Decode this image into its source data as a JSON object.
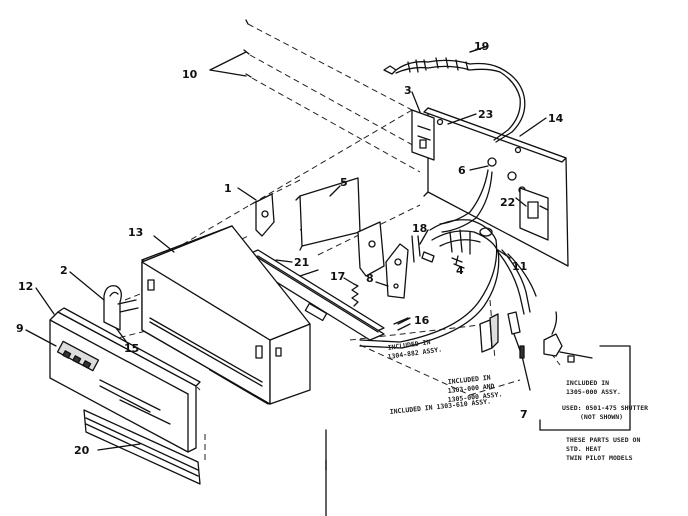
{
  "callouts": [
    {
      "id": "c1",
      "text": "1"
    },
    {
      "id": "c2",
      "text": "2"
    },
    {
      "id": "c3",
      "text": "3"
    },
    {
      "id": "c4",
      "text": "4"
    },
    {
      "id": "c5",
      "text": "5"
    },
    {
      "id": "c6",
      "text": "6"
    },
    {
      "id": "c7",
      "text": "7"
    },
    {
      "id": "c8",
      "text": "8"
    },
    {
      "id": "c9",
      "text": "9"
    },
    {
      "id": "c10",
      "text": "10"
    },
    {
      "id": "c11",
      "text": "11"
    },
    {
      "id": "c12",
      "text": "12"
    },
    {
      "id": "c13",
      "text": "13"
    },
    {
      "id": "c14",
      "text": "14"
    },
    {
      "id": "c15",
      "text": "15"
    },
    {
      "id": "c16",
      "text": "16"
    },
    {
      "id": "c17",
      "text": "17"
    },
    {
      "id": "c18",
      "text": "18"
    },
    {
      "id": "c19",
      "text": "19"
    },
    {
      "id": "c20",
      "text": "20"
    },
    {
      "id": "c21",
      "text": "21"
    },
    {
      "id": "c22",
      "text": "22"
    },
    {
      "id": "c23",
      "text": "23"
    }
  ],
  "notes": {
    "n1a": "INCLUDED IN",
    "n1b": "1304-882 ASSY.",
    "n2a": "INCLUDED IN",
    "n2b": "1303-000 AND",
    "n2c": "1305-000 ASSY.",
    "n3": "INCLUDED IN 1303-610 ASSY.",
    "n4a": "INCLUDED IN",
    "n4b": "1305-000 ASSY.",
    "n5a": "USED: 0501-475 SHUTTER",
    "n5b": "(NOT SHOWN)",
    "n6a": "THESE PARTS USED ON",
    "n6b": "STD. HEAT",
    "n6c": "TWIN PILOT MODELS"
  }
}
